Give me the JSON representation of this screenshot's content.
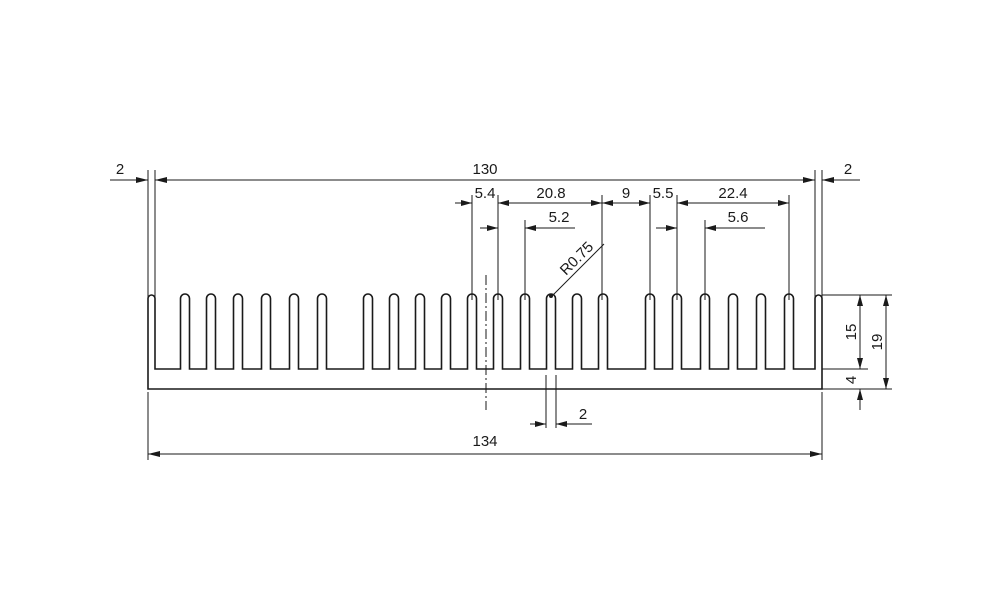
{
  "drawing": {
    "description_free": true,
    "dimensions": {
      "overall_width": "134",
      "inner_width": "130",
      "left_wall": "2",
      "right_wall": "2",
      "pitch_a": "5.4",
      "span_a": "20.8",
      "gap_b": "9",
      "pitch_b": "5.5",
      "span_b": "22.4",
      "sub_a": "5.2",
      "sub_b": "5.6",
      "radius": "R0.75",
      "fin_thickness": "2",
      "fin_height": "15",
      "total_height": "19",
      "base_thickness": "4"
    },
    "profile": {
      "fin_count_note": "fins spaced across base; gap between 6th and 7th fin and between 16th and 17th",
      "colors": {
        "line": "#1a1a1a",
        "background": "#ffffff"
      }
    }
  }
}
